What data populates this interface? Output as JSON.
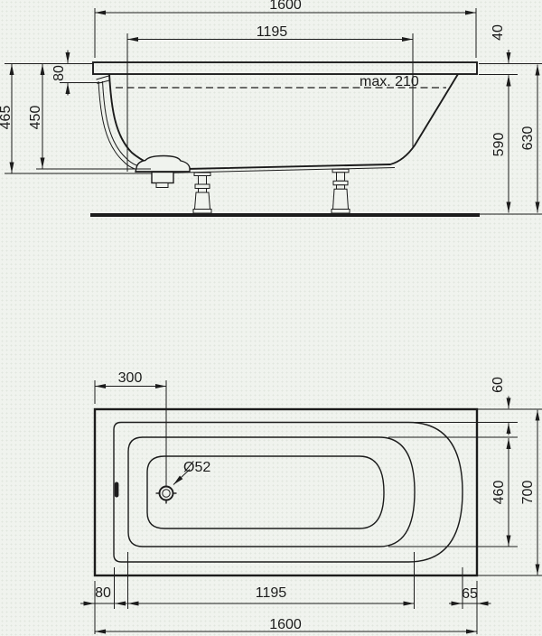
{
  "drawing_title": "bathtub-technical-drawing",
  "ink_color": "#1c1c1c",
  "background_color": "#f0f3ee",
  "side_view": {
    "length_overall": "1600",
    "length_inner": "1195",
    "rim_thickness": "40",
    "height_under_rim": "590",
    "height_overall": "630",
    "height_left_outer": "465",
    "height_left_inner": "450",
    "overflow_offset": "80",
    "water_depth_max": "max. 210"
  },
  "plan_view": {
    "drain_from_left": "300",
    "top_edge_inset": "60",
    "drain_diameter": "Ø52",
    "width_inner": "460",
    "width_overall": "700",
    "left_inset": "80",
    "length_inner": "1195",
    "right_inset": "65",
    "length_overall": "1600"
  }
}
